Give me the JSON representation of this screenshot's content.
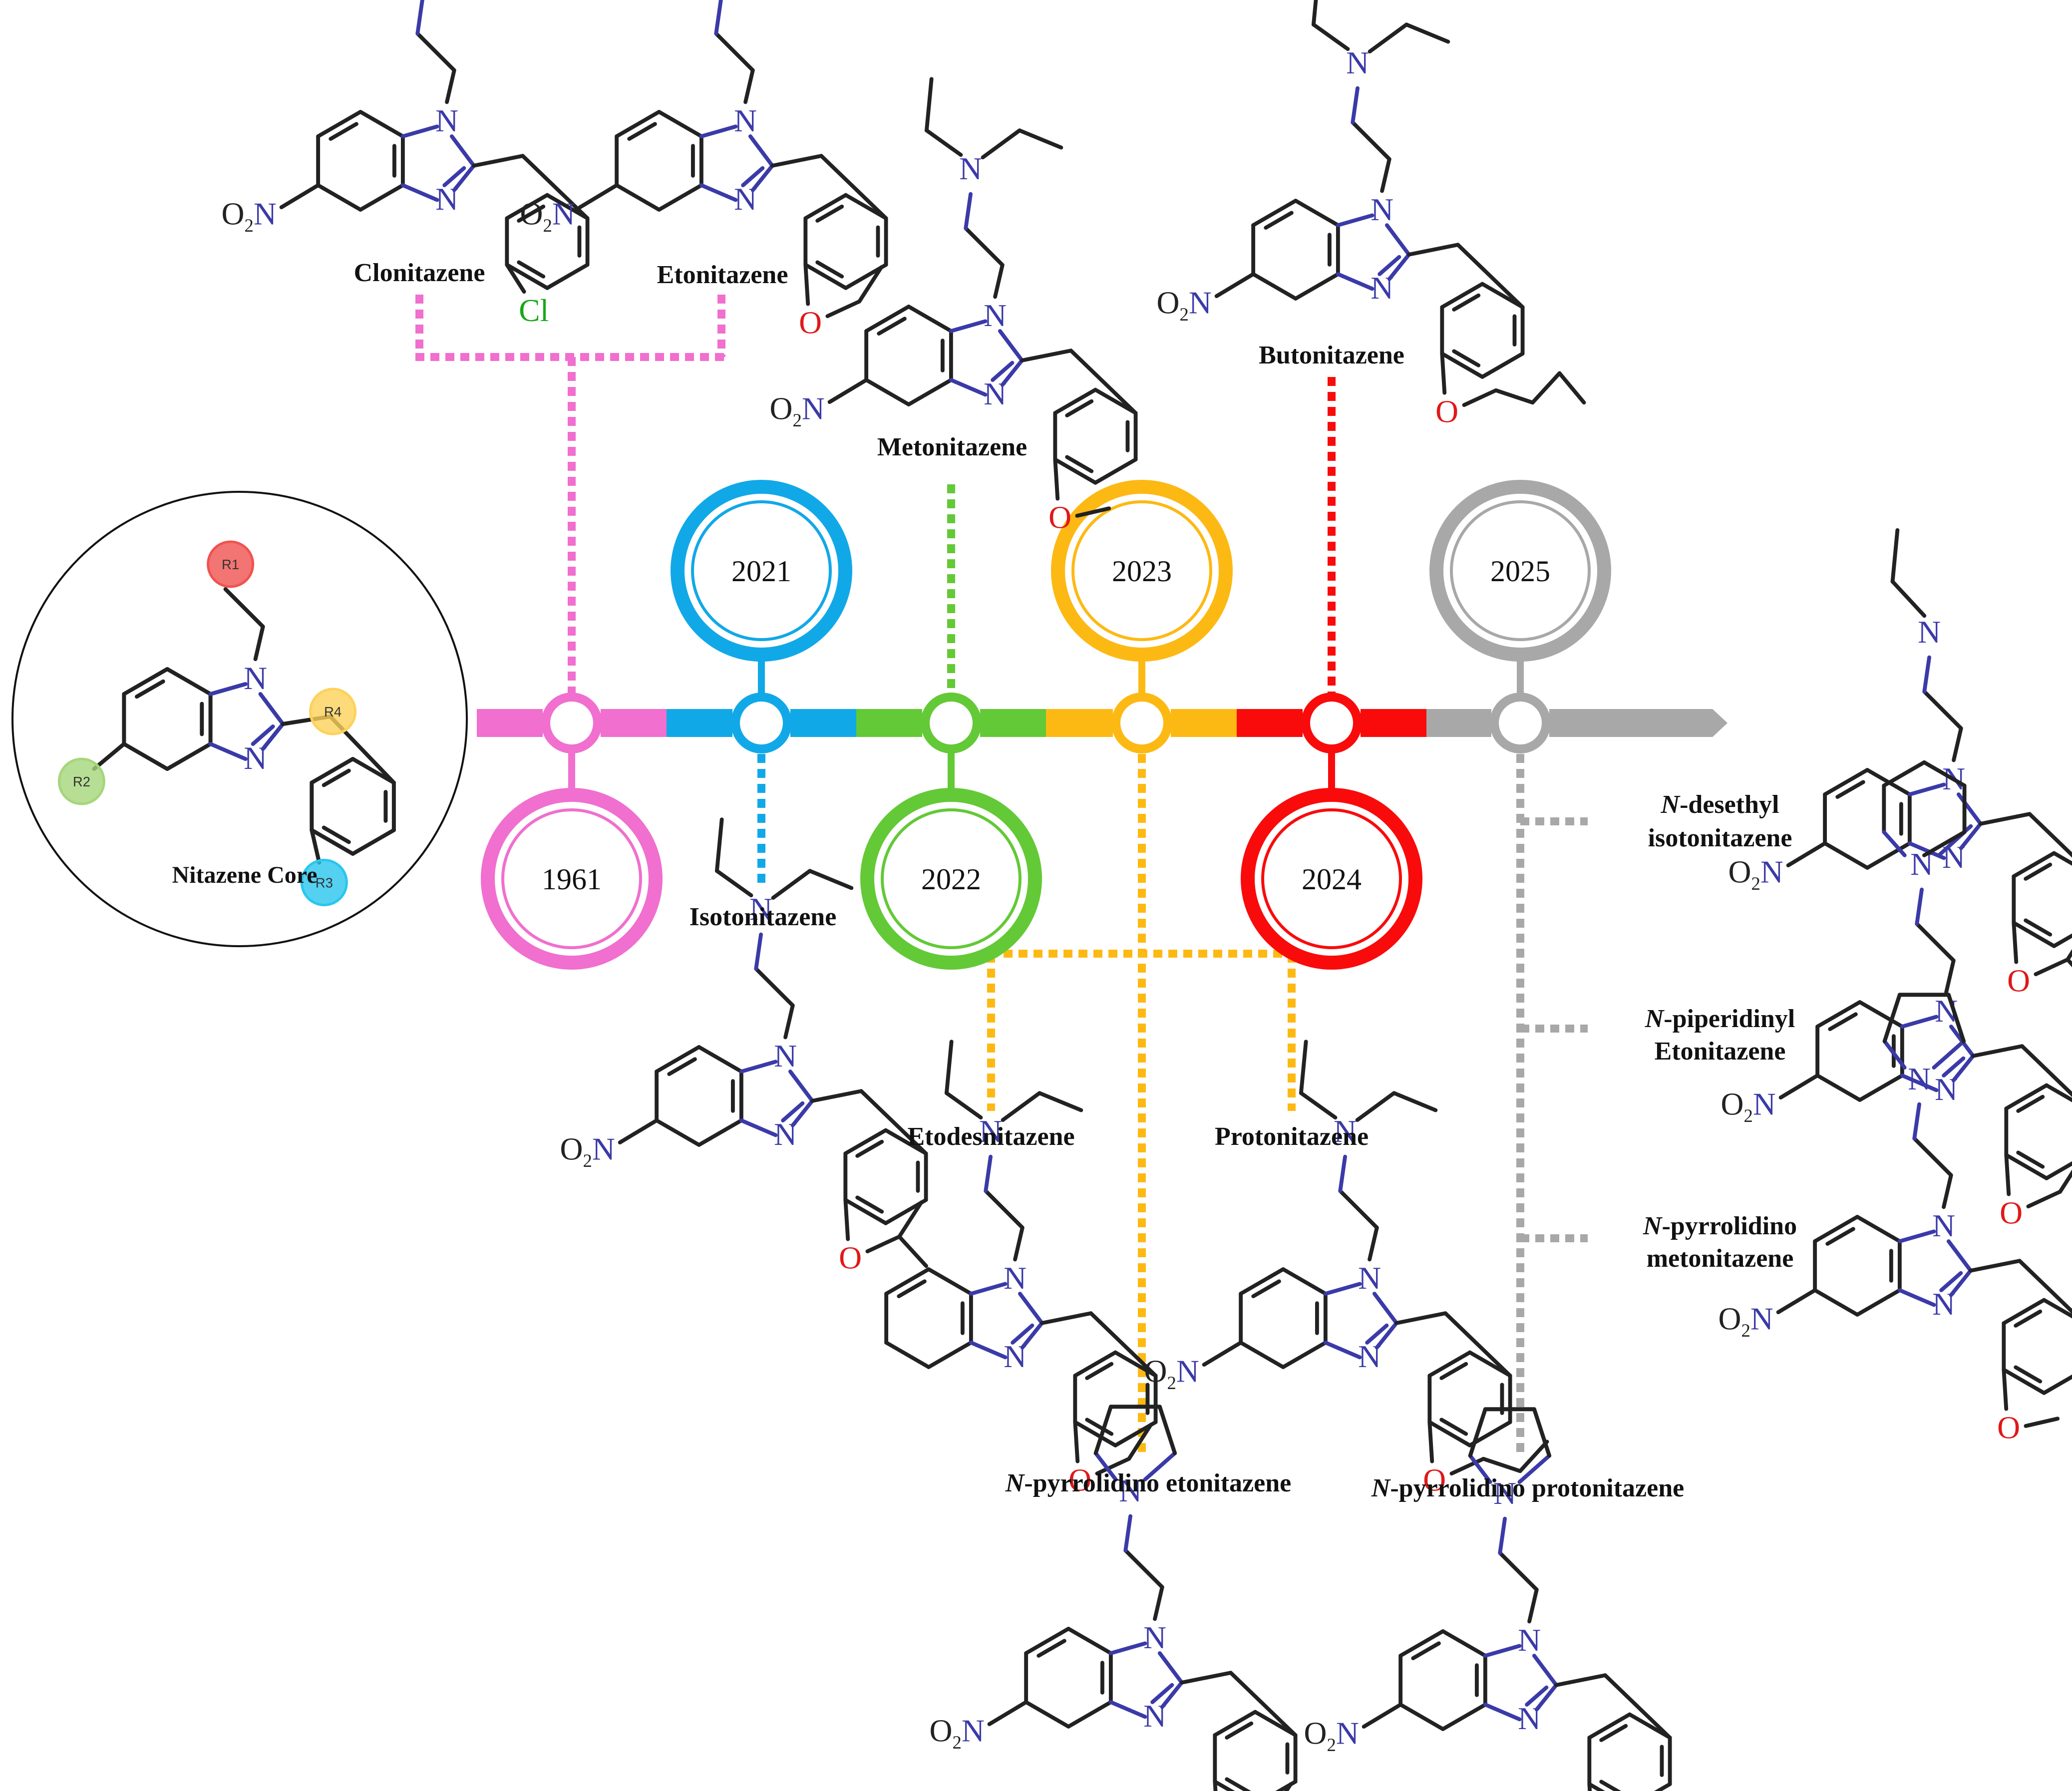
{
  "core": {
    "title": "Nitazene Core",
    "sites": [
      {
        "label": "R1",
        "color": "#ef5350"
      },
      {
        "label": "R2",
        "color": "#a5d67a"
      },
      {
        "label": "R3",
        "color": "#29c6ee"
      },
      {
        "label": "R4",
        "color": "#fdd25a"
      }
    ]
  },
  "timeline": [
    {
      "year": "1961",
      "color": "#f06fcf"
    },
    {
      "year": "2021",
      "color": "#11a8e8"
    },
    {
      "year": "2022",
      "color": "#63c936"
    },
    {
      "year": "2023",
      "color": "#fdb913"
    },
    {
      "year": "2024",
      "color": "#f90b0b"
    },
    {
      "year": "2025",
      "color": "#a8a8a8"
    }
  ],
  "compounds": [
    {
      "id": "clonitazene",
      "name": "Clonitazene",
      "year": "1961"
    },
    {
      "id": "etonitazene",
      "name": "Etonitazene",
      "year": "1961"
    },
    {
      "id": "isotonitazene",
      "name": "Isotonitazene",
      "year": "2021"
    },
    {
      "id": "metonitazene",
      "name": "Metonitazene",
      "year": "2022"
    },
    {
      "id": "etodesnitazene",
      "name": "Etodesnitazene",
      "year": "2023"
    },
    {
      "id": "protonitazene",
      "name": "Protonitazene",
      "year": "2023"
    },
    {
      "id": "pyrrolidino-etonitazene",
      "prefix": "N",
      "name": "-pyrrolidino etonitazene",
      "year": "2023"
    },
    {
      "id": "butonitazene",
      "name": "Butonitazene",
      "year": "2024"
    },
    {
      "id": "pyrrolidino-protonitazene",
      "prefix": "N",
      "name": "-pyrrolidino protonitazene",
      "year": "2025"
    },
    {
      "id": "desethyl-isotonitazene",
      "prefix": "N",
      "name": "-desethyl",
      "name2": "isotonitazene",
      "year": "2025"
    },
    {
      "id": "piperidinyl-etonitazene",
      "prefix": "N",
      "name": "-piperidinyl",
      "name2": "Etonitazene",
      "year": "2025"
    },
    {
      "id": "pyrrolidino-metonitazene",
      "prefix": "N",
      "name": "-pyrrolidino",
      "name2": "metonitazene",
      "year": "2025"
    }
  ],
  "atoms": {
    "n": "N",
    "o": "O",
    "cl": "Cl",
    "nitro": "O",
    "nitro_sub": "2",
    "nitro_n": "N"
  }
}
